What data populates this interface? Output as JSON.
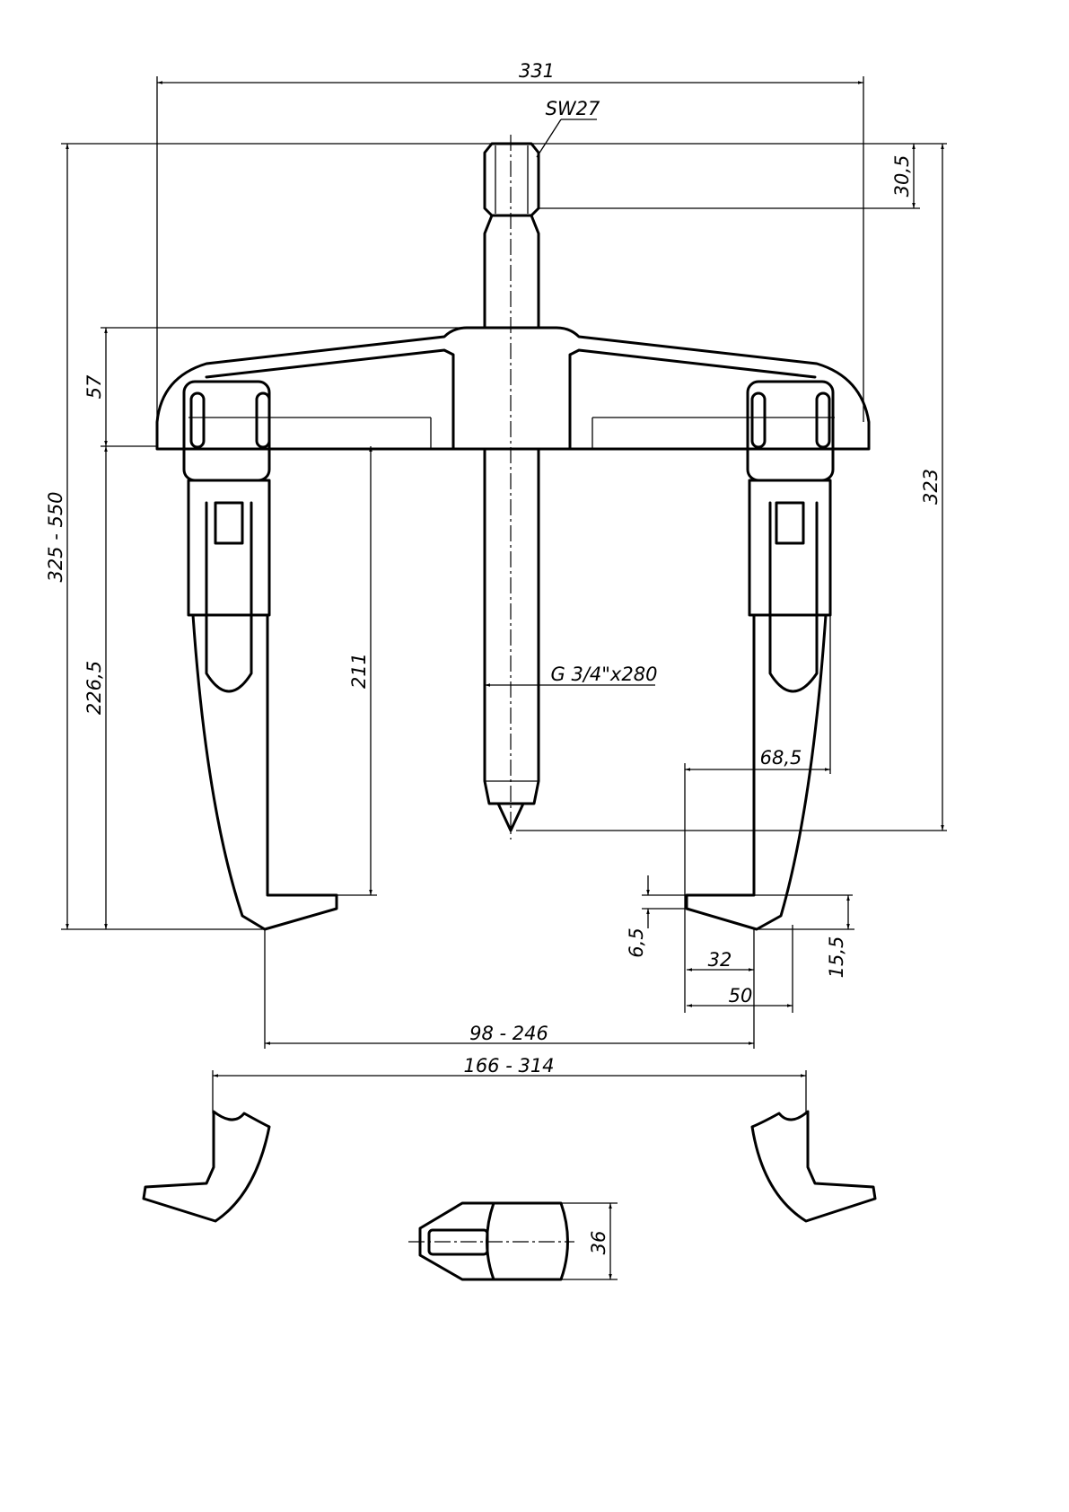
{
  "drawing": {
    "title": "Two-arm puller technical drawing",
    "dimensions": {
      "overall_width": "331",
      "wrench_size": "SW27",
      "nut_height": "30,5",
      "total_height_range": "325 - 550",
      "crossbar_height": "57",
      "jaw_length": "226,5",
      "inner_reach": "211",
      "spindle": "G 3/4\"x280",
      "spindle_height": "323",
      "jaw_offset": "68,5",
      "jaw_tip_thickness": "6,5",
      "jaw_hook_depth": "32",
      "jaw_foot_width": "50",
      "jaw_foot_height": "15,5",
      "inner_span": "98 - 246",
      "outer_span": "166 - 314",
      "jaw_width": "36"
    }
  }
}
